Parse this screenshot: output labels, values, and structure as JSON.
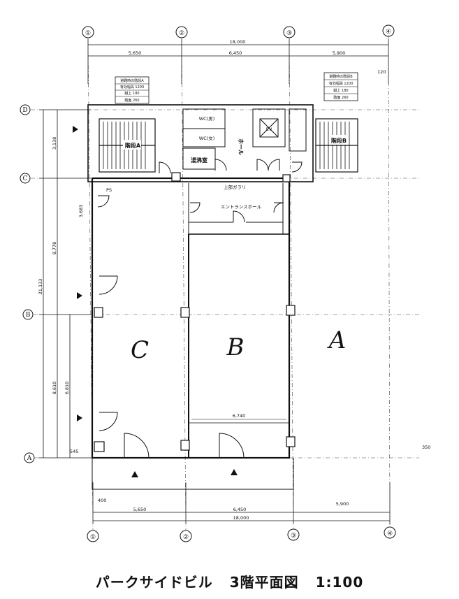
{
  "title": {
    "building": "パークサイドビル",
    "floor": "3階平面図",
    "scale": "1:100"
  },
  "grid": {
    "columns": [
      "①",
      "②",
      "③",
      "④"
    ],
    "rows": [
      "D",
      "C",
      "B",
      "A"
    ]
  },
  "dimensions": {
    "overall_width": "18,000",
    "top_spans": [
      "5,650",
      "6,450",
      "5,900"
    ],
    "bottom_spans": [
      "5,650",
      "6,450",
      "5,900"
    ],
    "left_total": "21,133",
    "left_d_c": "3,138",
    "left_c_b": "8,778",
    "left_b_a": "8,610",
    "left_b_a_inner": "6,810",
    "inner_width_b": "6,740",
    "lobby_depth": "3,683",
    "misc": [
      "400",
      "545",
      "350",
      "120"
    ]
  },
  "rooms": {
    "stair_a": "階段A",
    "stair_b": "階段B",
    "wc_m": "WC(男)",
    "wc_f": "WC(女)",
    "pipe_space": "PS",
    "janitor": "湯沸室",
    "hall": "ホール",
    "ev": "EV",
    "entrance_hall": "エントランスホール",
    "corridor": "上部ガラリ",
    "unit_a": "A",
    "unit_b": "B",
    "unit_c": "C"
  },
  "tables": {
    "left": [
      "避難時の階段A",
      "有効幅員 1200",
      "蹴上 180",
      "踏面 260"
    ],
    "right": [
      "避難時の階段B",
      "有効幅員 1200",
      "蹴上 180",
      "踏面 260"
    ]
  }
}
